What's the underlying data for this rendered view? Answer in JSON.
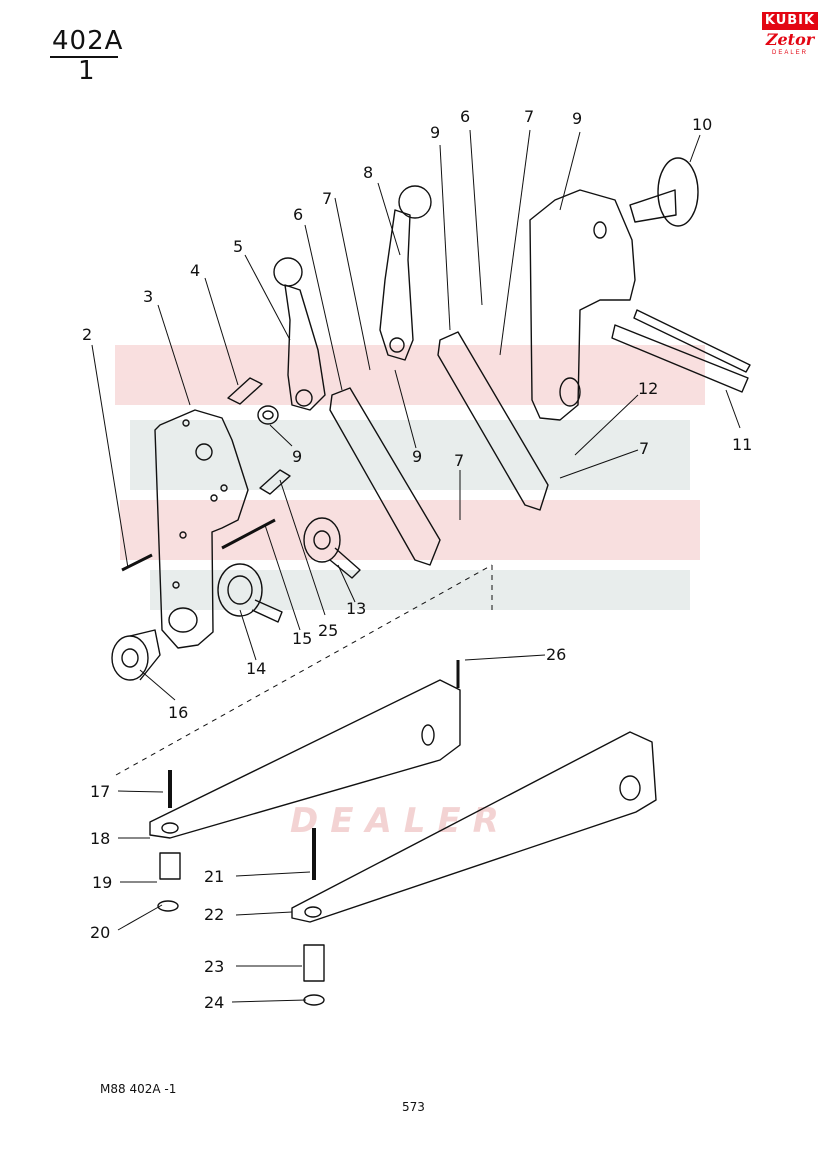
{
  "header": {
    "group": "402A",
    "sheet": "1"
  },
  "logo": {
    "brand": "KUBIK",
    "make": "Zetor",
    "sub": "DEALER"
  },
  "watermark": {
    "text": "DEALER"
  },
  "callouts": [
    "2",
    "3",
    "4",
    "5",
    "6",
    "7",
    "8",
    "9",
    "6",
    "7",
    "9",
    "10",
    "11",
    "12",
    "7",
    "9",
    "7",
    "9",
    "25",
    "15",
    "14",
    "13",
    "16",
    "26",
    "17",
    "18",
    "19",
    "20",
    "21",
    "22",
    "23",
    "24",
    "21"
  ],
  "footer": {
    "code": "M88  402A -1",
    "page": "573"
  },
  "colors": {
    "line": "#111111",
    "accent": "#e30613",
    "watermark_red": "#f6d8d8",
    "watermark_gray": "#e3e9e8"
  }
}
